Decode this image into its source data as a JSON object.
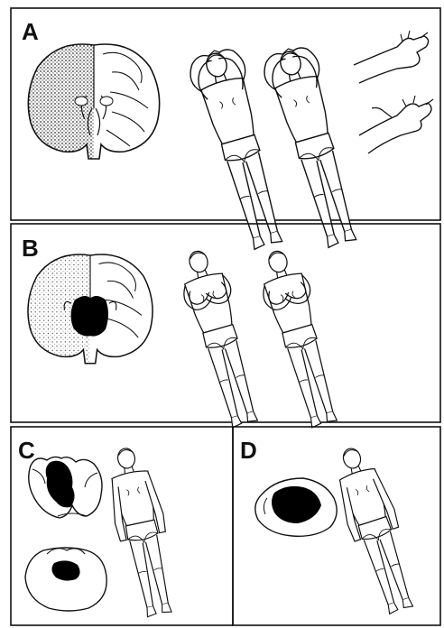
{
  "figure": {
    "panels": [
      {
        "id": "A",
        "label": "A"
      },
      {
        "id": "B",
        "label": "B"
      },
      {
        "id": "C",
        "label": "C"
      },
      {
        "id": "D",
        "label": "D"
      }
    ]
  },
  "colors": {
    "ink": "#111111",
    "paper": "#ffffff",
    "lesion": "#000000",
    "stipple": "#555555"
  }
}
